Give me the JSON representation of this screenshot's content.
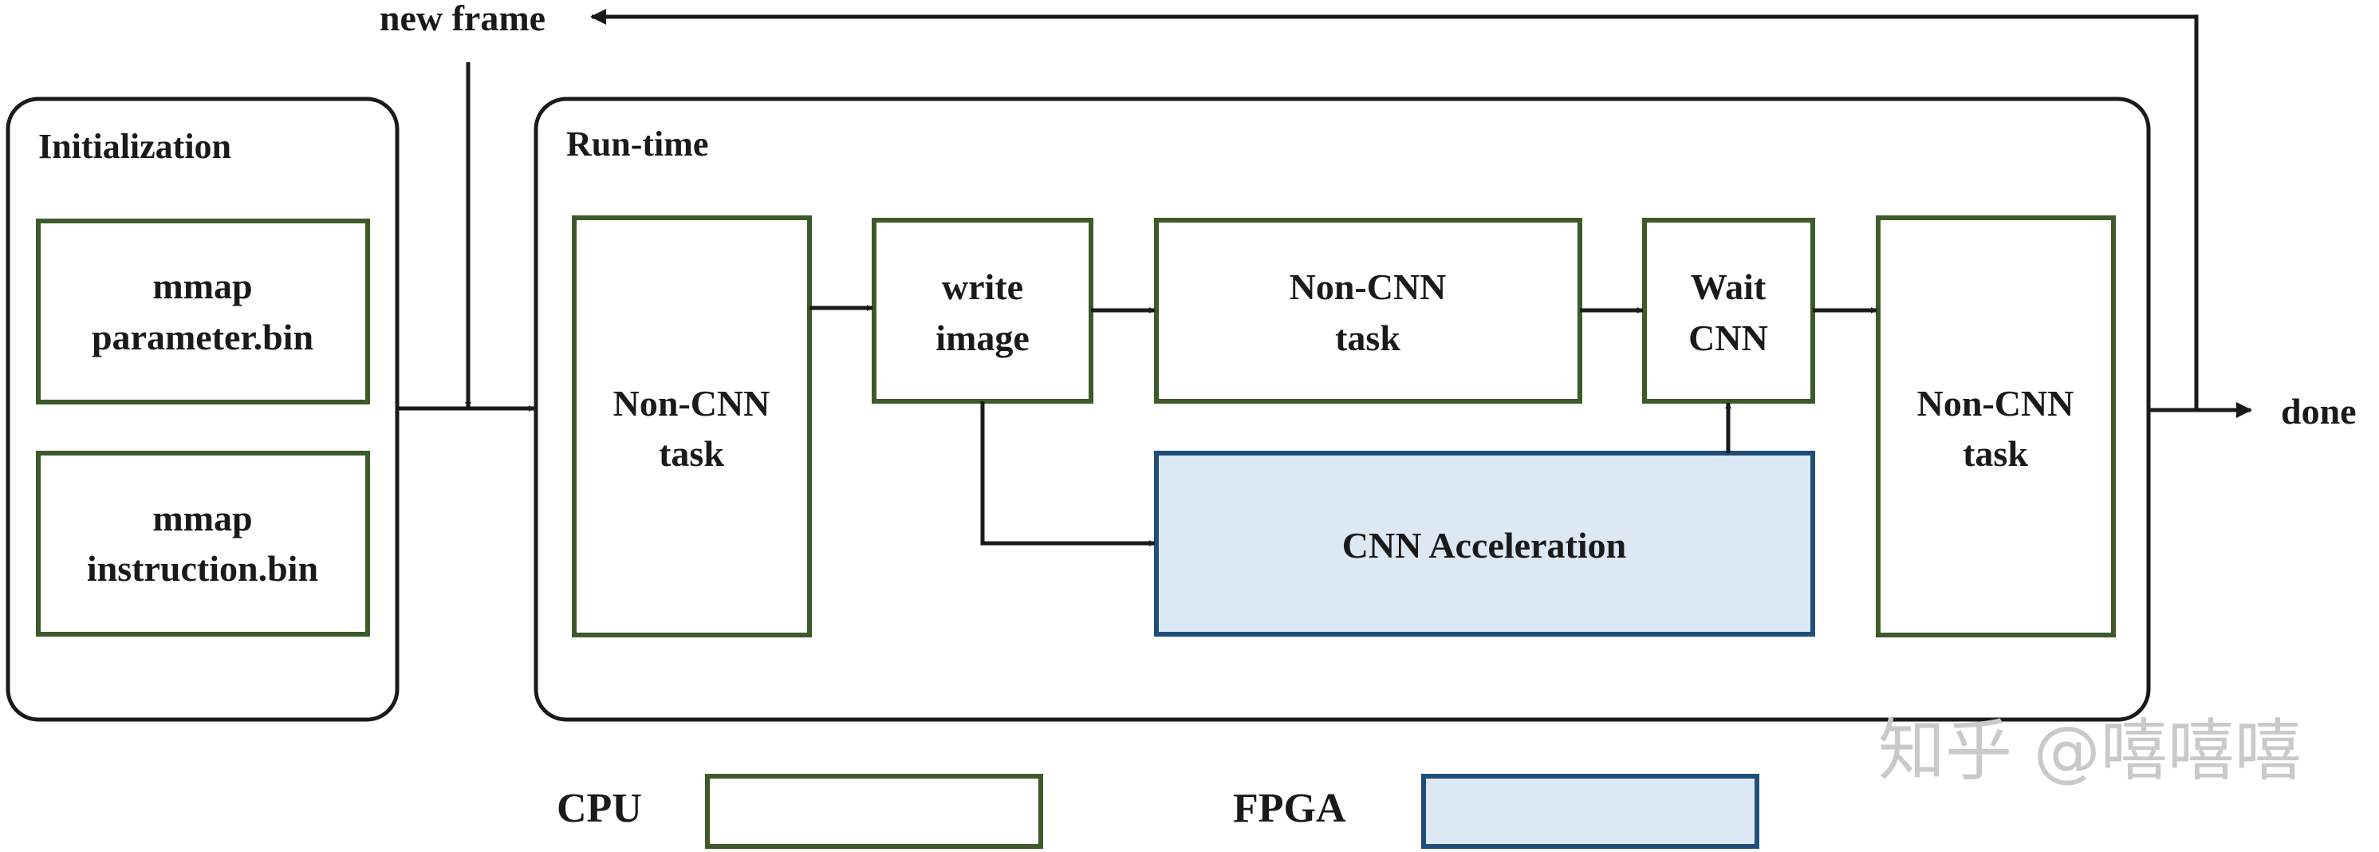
{
  "colors": {
    "cpu_stroke": "#3d5a2a",
    "fpga_stroke": "#1f4e79",
    "fpga_fill": "#dde8f5",
    "line": "#1a1a1a"
  },
  "labels": {
    "new_frame": "new frame",
    "done": "done"
  },
  "initialization": {
    "title": "Initialization",
    "box1_line1": "mmap",
    "box1_line2": "parameter.bin",
    "box2_line1": "mmap",
    "box2_line2": "instruction.bin"
  },
  "runtime": {
    "title": "Run-time",
    "task1_line1": "Non-CNN",
    "task1_line2": "task",
    "write_line1": "write",
    "write_line2": "image",
    "task2_line1": "Non-CNN",
    "task2_line2": "task",
    "wait_line1": "Wait",
    "wait_line2": "CNN",
    "task3_line1": "Non-CNN",
    "task3_line2": "task",
    "cnn_accel": "CNN Acceleration"
  },
  "legend": {
    "cpu": "CPU",
    "fpga": "FPGA"
  },
  "watermark": "知乎 @嘻嘻嘻"
}
